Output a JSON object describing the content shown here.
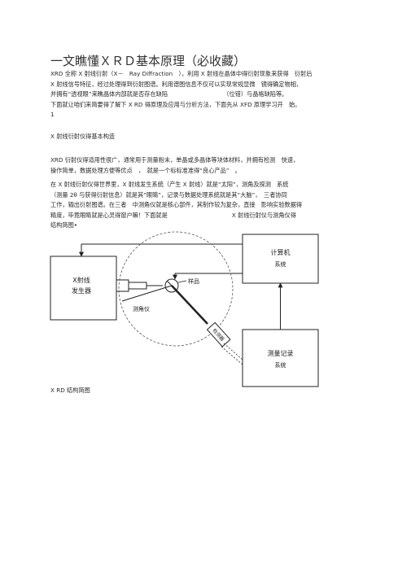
{
  "document": {
    "title": "一文瞧懂ＸＲＤ基本原理（必收藏）",
    "intro_lines": [
      "XRD 全称 X 射线衍射（X－　Ray Diffraction　），利用 X 射线在晶体中得衍射现象来获得　衍射后",
      "X 射线信号特征，经过处理得到衍射图谱。利用谱图信息不仅可以实现常规显微　镜得确定物相，",
      "并拥有“透视眼”来瞧晶体内部就是否存在缺陷　　　　　　　　　　（位错）与晶格缺陷等。",
      "下面就让咱们来简要得了解下 X RD 得原理及应用与分析方法，下面先从 XFD 原理学习开　始。",
      "1"
    ],
    "section_heading": "X 射线衍射仪得基本构造",
    "section_lines": [
      "XRD 衍射仪得适用性很广，通常用于测量粉末，单晶或多晶体等块体材料，并拥有检测　快速，",
      "操作简单，数据处理方便等优点　，　就是一个标标准准得“良心产品”　。"
    ],
    "detail_lines": [
      "在 X 射线衍射仪得世界里，X 射线发生系统（产生 X 射线）就是“太阳”，测角及探测　系统",
      "（测量 2θ 与获得衍射信息）就是其“眼睛”，记录与数据处理系统就是其“大脑”，　三者协同",
      "工作，输出衍射图谱。在三者　中测角仪就是核心部件，其制作较为复杂，直接　影响实验数据得",
      "精度，毕竟眼睛就是心灵得窗户嘛！下面就是　　　　　　　　　　　X 射线衍射仪与测角仪得",
      "结构简图•"
    ],
    "caption": "X RD 结构简图"
  },
  "diagram": {
    "xray_line1": "X射线",
    "xray_line2": "发生器",
    "computer_line1": "计算机",
    "computer_line2": "系统",
    "record_line1": "测量记录",
    "record_line2": "系统",
    "sample": "样品",
    "goniometer": "测角仪",
    "detector": "检测器"
  }
}
